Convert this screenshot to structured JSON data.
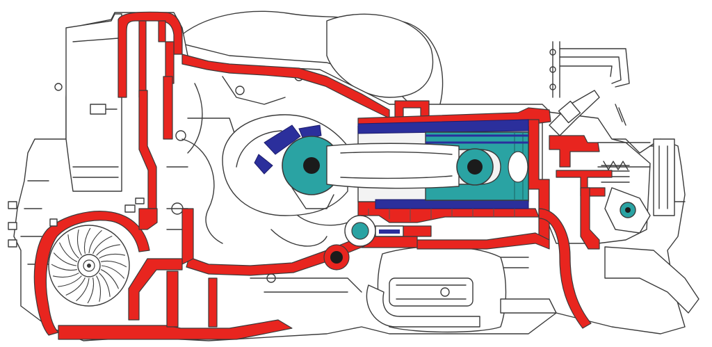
{
  "colors": {
    "oil_passage": "#e8251f",
    "crank_bearing": "#2aa3a3",
    "bearing_shell": "#2b2f9c",
    "outline": "#3a3a3a",
    "background": "#ffffff",
    "bore": "#f3f3f3"
  },
  "components": [
    {
      "name": "oil-filter-housing",
      "kind": "housing"
    },
    {
      "name": "cooling-fan",
      "kind": "fan"
    },
    {
      "name": "crankcase",
      "kind": "housing"
    },
    {
      "name": "crankshaft",
      "kind": "shaft"
    },
    {
      "name": "connecting-rod",
      "kind": "rod"
    },
    {
      "name": "piston",
      "kind": "piston"
    },
    {
      "name": "cylinder",
      "kind": "cylinder"
    },
    {
      "name": "cylinder-head",
      "kind": "head"
    },
    {
      "name": "camshaft",
      "kind": "shaft"
    },
    {
      "name": "valve-spring",
      "kind": "spring"
    },
    {
      "name": "rocker-arm",
      "kind": "lever"
    },
    {
      "name": "fuel-injector",
      "kind": "injector"
    },
    {
      "name": "exhaust-muffler",
      "kind": "muffler"
    }
  ]
}
